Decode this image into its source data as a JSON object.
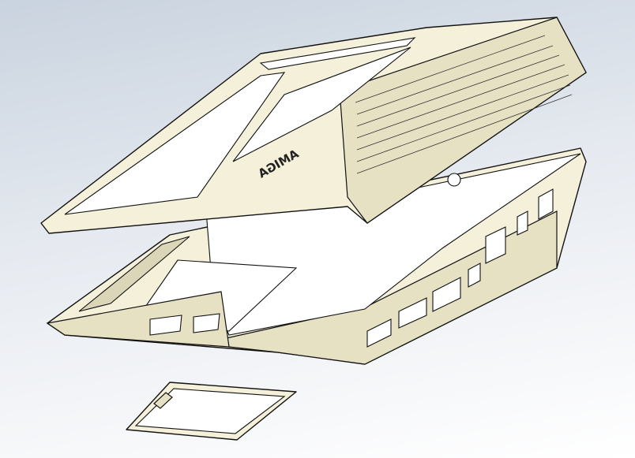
{
  "scene": {
    "description_label": "",
    "parts": [
      "top-cover",
      "base-housing",
      "bottom-access-panel"
    ],
    "logo_text": "AMIGA",
    "colors": {
      "part": "#f4f0da",
      "edge": "#111111",
      "background_top": "#c9d3df",
      "background_bottom": "#ffffff"
    }
  }
}
